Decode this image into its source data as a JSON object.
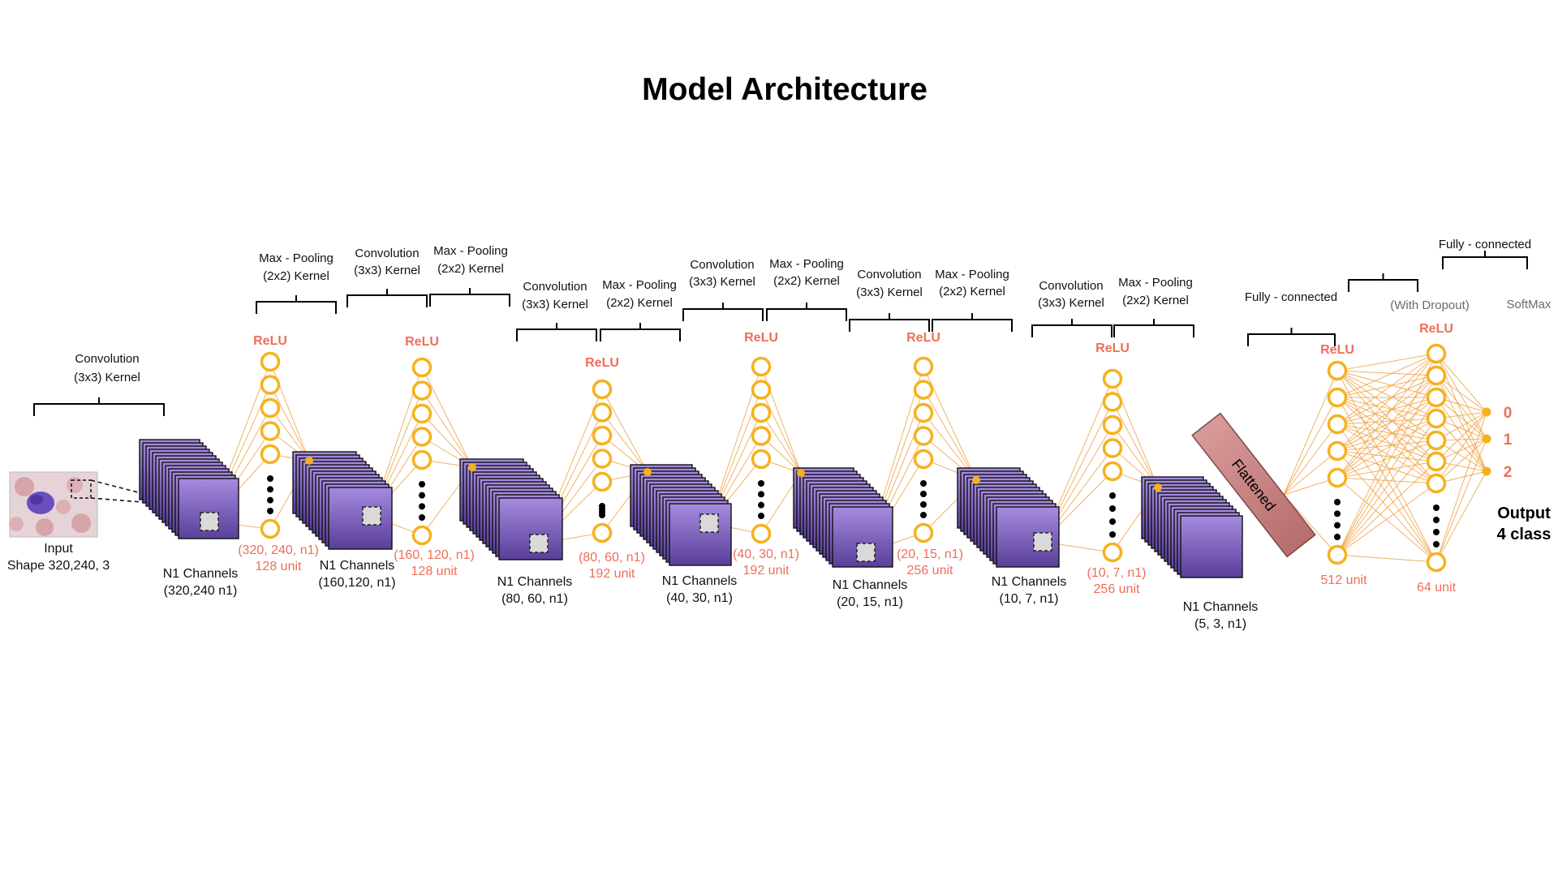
{
  "title": "Model Architecture",
  "colors": {
    "neuron_stroke": "#f5b21e",
    "relu_text": "#ee6e5a",
    "feature_map_top": "#a68be0",
    "feature_map_bottom": "#5a3f9a",
    "flatten_fill": "#c98686"
  },
  "input": {
    "label": "Input",
    "shape": "Shape 320,240, 3",
    "image": "blood-cell-microscope-image"
  },
  "op_brackets": [
    {
      "line1": "Convolution",
      "line2": "(3x3) Kernel"
    },
    {
      "line1": "Max - Pooling",
      "line2": "(2x2) Kernel"
    },
    {
      "line1": "Convolution",
      "line2": "(3x3) Kernel"
    },
    {
      "line1": "Max - Pooling",
      "line2": "(2x2) Kernel"
    },
    {
      "line1": "Convolution",
      "line2": "(3x3) Kernel"
    },
    {
      "line1": "Max - Pooling",
      "line2": "(2x2) Kernel"
    },
    {
      "line1": "Convolution",
      "line2": "(3x3) Kernel"
    },
    {
      "line1": "Max - Pooling",
      "line2": "(2x2) Kernel"
    },
    {
      "line1": "Convolution",
      "line2": "(3x3) Kernel"
    },
    {
      "line1": "Max - Pooling",
      "line2": "(2x2) Kernel"
    },
    {
      "line1": "Convolution",
      "line2": "(3x3) Kernel"
    },
    {
      "line1": "Max - Pooling",
      "line2": "(2x2) Kernel"
    },
    {
      "line1": "Fully - connected",
      "line2": ""
    },
    {
      "line1": "",
      "line2": ""
    },
    {
      "line1": "Fully - connected",
      "line2": ""
    }
  ],
  "dense_notes": {
    "dropout": "(With Dropout)",
    "softmax": "SoftMax"
  },
  "relu_label": "ReLU",
  "activation_columns": [
    {
      "shape": "(320, 240, n1)",
      "units": "128 unit"
    },
    {
      "shape": "(160, 120, n1)",
      "units": "128 unit"
    },
    {
      "shape": "(80, 60, n1)",
      "units": "192 unit"
    },
    {
      "shape": "(40, 30, n1)",
      "units": "192 unit"
    },
    {
      "shape": "(20, 15, n1)",
      "units": "256 unit"
    },
    {
      "shape": "(10, 7, n1)",
      "units": "256 unit"
    }
  ],
  "feature_maps": [
    {
      "label": "N1 Channels",
      "shape": "(320,240 n1)"
    },
    {
      "label": "N1 Channels",
      "shape": "(160,120, n1)"
    },
    {
      "label": "N1 Channels",
      "shape": "(80, 60, n1)"
    },
    {
      "label": "N1 Channels",
      "shape": "(40, 30, n1)"
    },
    {
      "label": "N1 Channels",
      "shape": "(20, 15, n1)"
    },
    {
      "label": "N1 Channels",
      "shape": "(10, 7, n1)"
    },
    {
      "label": "N1 Channels",
      "shape": "(5, 3, n1)"
    }
  ],
  "flatten_label": "Flattened",
  "dense_layers": [
    {
      "units": "512 unit"
    },
    {
      "units": "64 unit"
    }
  ],
  "outputs": [
    "0",
    "1",
    "2"
  ],
  "output_label_line1": "Output",
  "output_label_line2": "4 class"
}
